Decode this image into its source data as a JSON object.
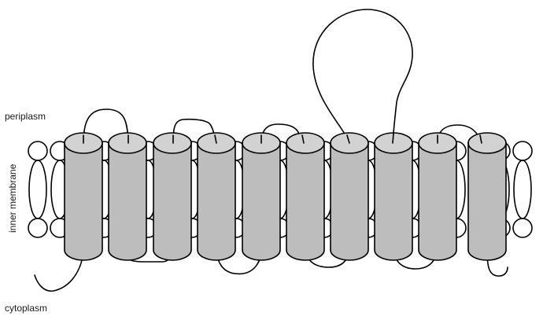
{
  "labels": {
    "periplasm": "periplasm",
    "membrane": "inner membrane",
    "cytoplasm": "cytoplasm"
  },
  "helix_count": 10,
  "colors": {
    "helix_body": "#bdbdbd",
    "helix_top": "#d2d2d2",
    "outline": "#000000",
    "lipid": "#ffffff"
  }
}
